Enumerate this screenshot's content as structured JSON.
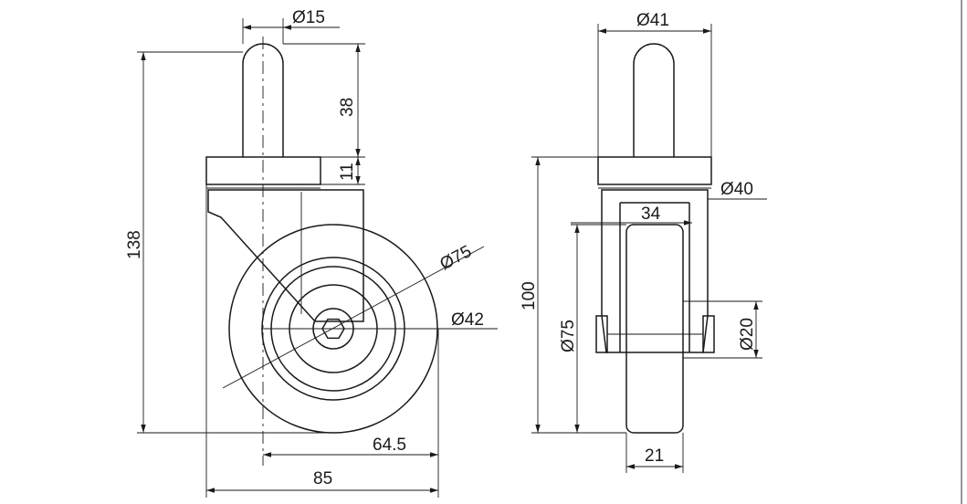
{
  "drawing": {
    "title": "",
    "side_view": {
      "stem_diameter": "Ø15",
      "stem_length": "38",
      "plate_thickness": "11",
      "total_height": "138",
      "wheel_diameter": "Ø75",
      "hub_diameter": "Ø42",
      "swivel_offset": "64.5",
      "total_length": "85"
    },
    "front_view": {
      "plate_width": "Ø41",
      "fork_diameter": "Ø40",
      "fork_inner_width": "34",
      "height": "100",
      "wheel_diameter": "Ø75",
      "axle_diameter": "Ø20",
      "wheel_width": "21"
    }
  }
}
